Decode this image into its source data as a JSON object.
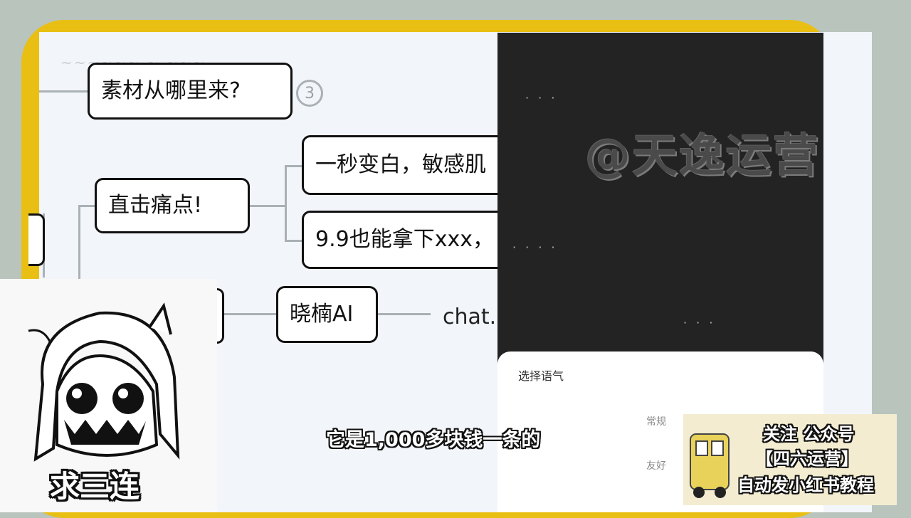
{
  "mindmap": {
    "node_source": "素材从哪里来?",
    "badge_number": "3",
    "node_pain": "直击痛点!",
    "child_1": "一秒变白，敏感肌",
    "child_2": "9.9也能拿下xxx，",
    "node_ai": "晓楠AI",
    "chat_text": "chat."
  },
  "overlay": {
    "watermark": "@天逸运营",
    "sheet_title": "选择语气",
    "option_1": "常规",
    "option_2": "友好"
  },
  "subtitle": "它是1,000多块钱一条的",
  "sticker_caption": "求三连",
  "promo": {
    "line1": "关注 公众号",
    "line2": "【四六运营】",
    "line3": "自动发小红书教程"
  },
  "colors": {
    "frame": "#e9bf14",
    "board": "#f2f5fa",
    "phone": "#232323"
  }
}
